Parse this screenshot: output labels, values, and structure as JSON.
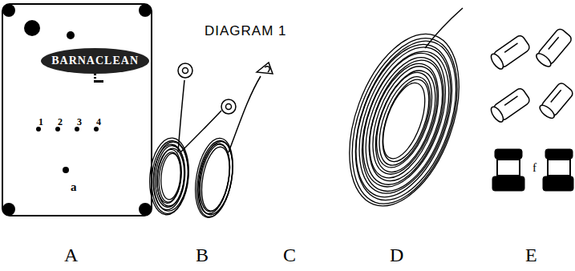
{
  "diagram": {
    "title": "DIAGRAM 1",
    "nodes": [
      {
        "text": [
          "1",
          "2",
          "3",
          "4",
          "a"
        ]
      },
      {
        "text": [
          "BARNACLEAN"
        ],
        "in": 0
      }
    ],
    "labels": [
      "A",
      "B",
      "C",
      "D",
      "E",
      "f"
    ]
  }
}
